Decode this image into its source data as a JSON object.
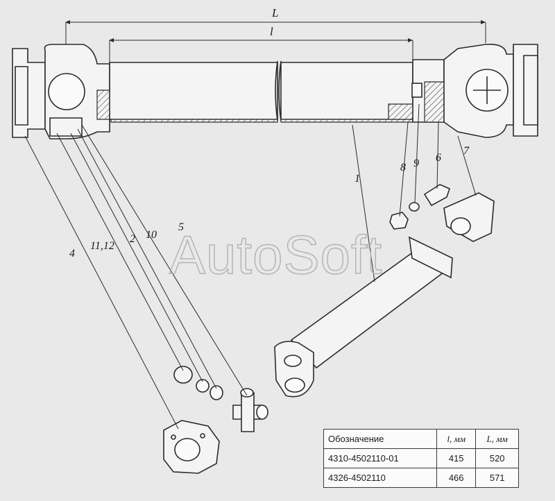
{
  "dimensions": {
    "overall_label": "L",
    "inner_label": "l"
  },
  "callouts": {
    "p1": "1",
    "p2": "2",
    "p4": "4",
    "p5": "5",
    "p6": "6",
    "p7": "7",
    "p8": "8",
    "p9": "9",
    "p10": "10",
    "p11_12": "11,12"
  },
  "watermark": "AutoSoft",
  "spec_table": {
    "headers": [
      "Обозначение",
      "l, мм",
      "L, мм"
    ],
    "rows": [
      [
        "4310-4502110-01",
        "415",
        "520"
      ],
      [
        "4326-4502110",
        "466",
        "571"
      ]
    ]
  }
}
